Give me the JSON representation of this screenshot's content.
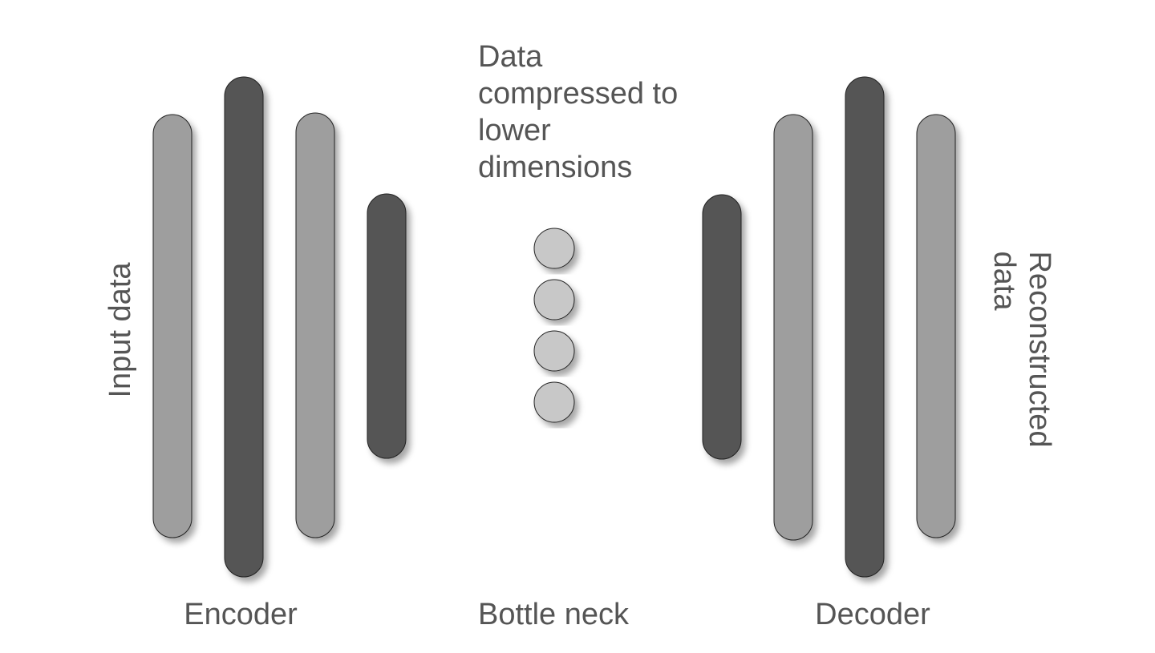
{
  "labels": {
    "encoder": "Encoder",
    "bottleneck": "Bottle neck",
    "decoder": "Decoder",
    "input": "Input data",
    "output_line1": "Reconstructed",
    "output_line2": "data",
    "annotation_line1": "Data",
    "annotation_line2": "compressed to",
    "annotation_line3": "lower",
    "annotation_line4": "dimensions"
  },
  "colors": {
    "light_layer": "#9e9e9e",
    "dark_layer": "#555555",
    "node": "#c8c8c8",
    "outline": "#222222",
    "text": "#555555"
  },
  "layers": {
    "encoder": [
      {
        "name": "encoder-layer-1",
        "shade": "light"
      },
      {
        "name": "encoder-layer-2",
        "shade": "dark"
      },
      {
        "name": "encoder-layer-3",
        "shade": "light"
      },
      {
        "name": "encoder-layer-4",
        "shade": "dark"
      }
    ],
    "bottleneck_nodes": 4,
    "decoder": [
      {
        "name": "decoder-layer-1",
        "shade": "dark"
      },
      {
        "name": "decoder-layer-2",
        "shade": "light"
      },
      {
        "name": "decoder-layer-3",
        "shade": "dark"
      },
      {
        "name": "decoder-layer-4",
        "shade": "light"
      }
    ]
  }
}
